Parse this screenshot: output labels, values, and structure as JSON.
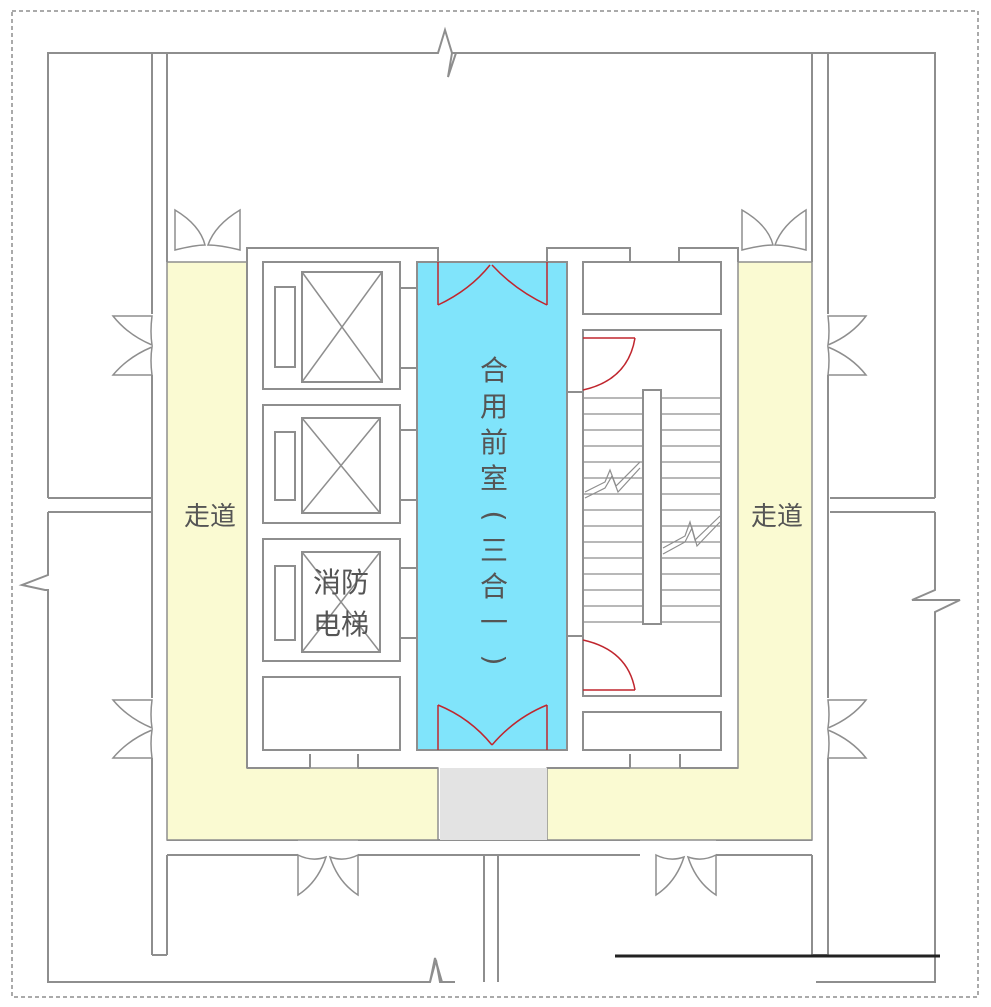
{
  "labels": {
    "corridor_left": "走道",
    "corridor_right": "走道",
    "fire_elevator_line1": "消防",
    "fire_elevator_line2": "电梯",
    "vestibule_chars": [
      "合",
      "用",
      "前",
      "室",
      "(",
      "三",
      "合",
      "一",
      ")"
    ]
  },
  "colors": {
    "corridor": "#fafad2",
    "vestibule": "#80e4fb",
    "opening": "#e3e3e3",
    "wall": "#8e8e8e",
    "fire_door": "#c0262e",
    "border": "#555555",
    "text": "#555555"
  }
}
